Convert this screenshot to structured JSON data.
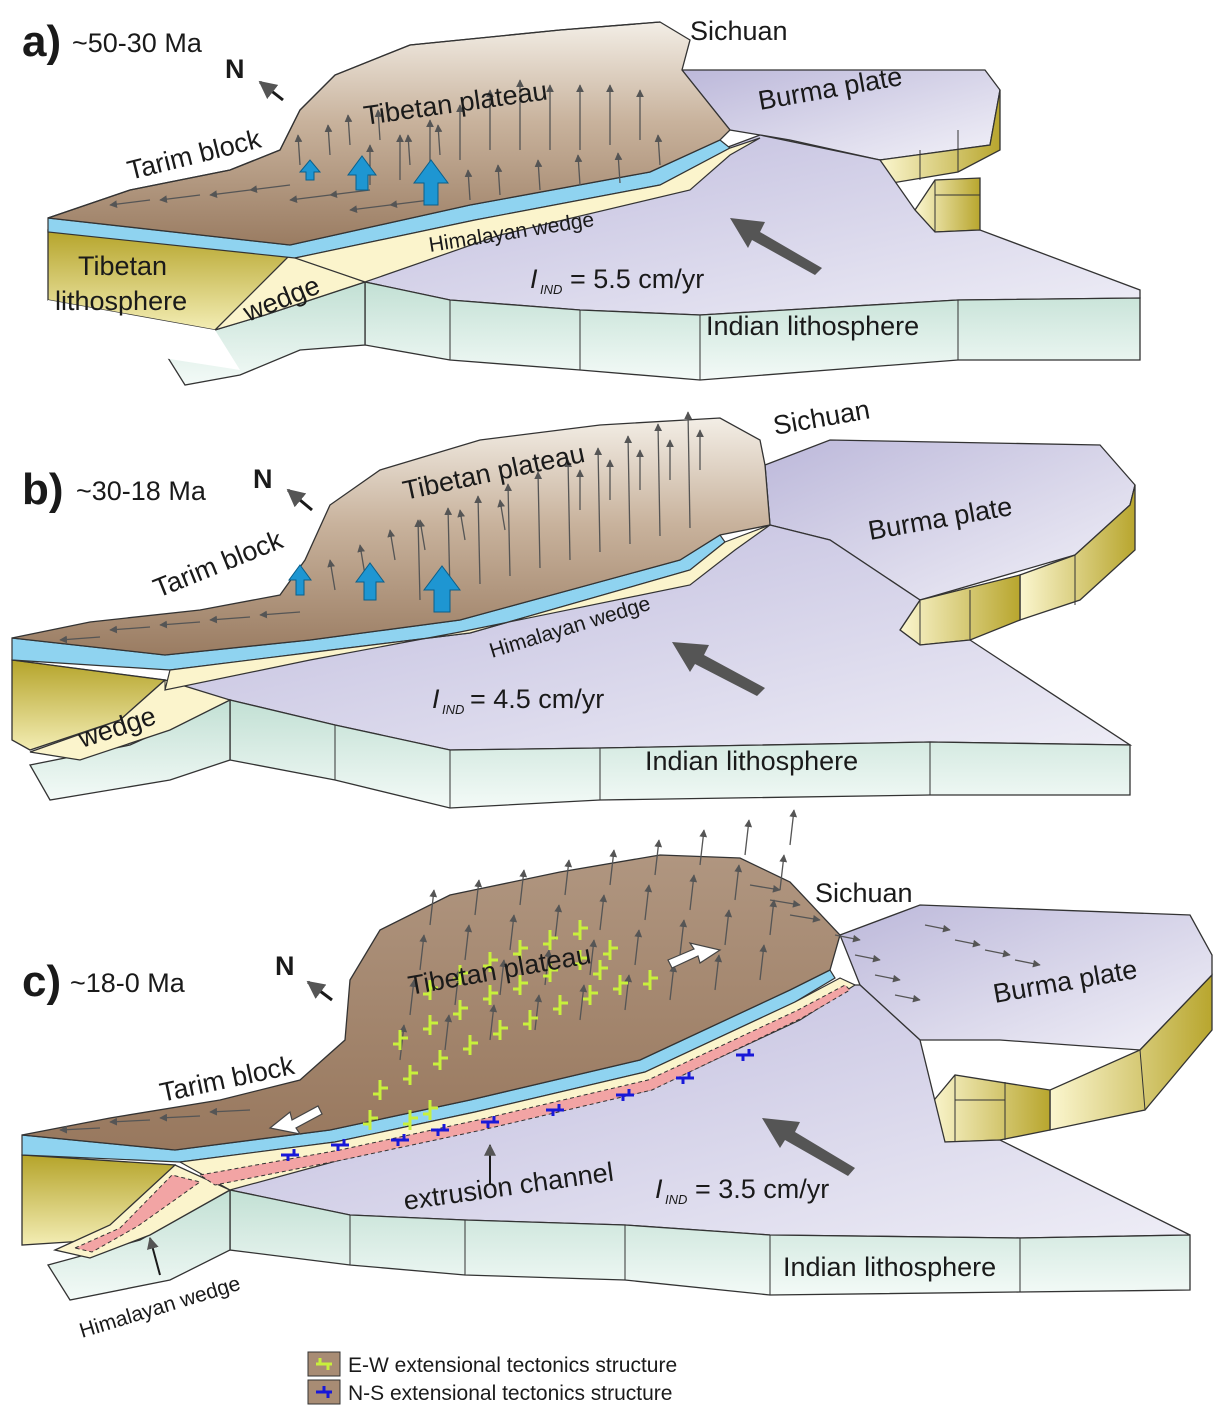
{
  "panels": [
    {
      "letter": "a)",
      "age": "~50-30 Ma",
      "north": "N",
      "labels": {
        "sichuan": "Sichuan",
        "burma": "Burma plate",
        "tibetan_plateau": "Tibetan plateau",
        "tarim": "Tarim block",
        "himalayan_wedge": "Himalayan wedge",
        "velocity_symbol": "I",
        "velocity_subscript": "IND",
        "velocity_value": "= 5.5 cm/yr",
        "tibetan_lithosphere_1": "Tibetan",
        "tibetan_lithosphere_2": "lithosphere",
        "wedge": "wedge",
        "indian_lithosphere": "Indian lithosphere"
      }
    },
    {
      "letter": "b)",
      "age": "~30-18 Ma",
      "north": "N",
      "labels": {
        "sichuan": "Sichuan",
        "burma": "Burma plate",
        "tibetan_plateau": "Tibetan plateau",
        "tarim": "Tarim block",
        "himalayan_wedge": "Himalayan wedge",
        "velocity_symbol": "I",
        "velocity_subscript": "IND",
        "velocity_value": "= 4.5 cm/yr",
        "wedge": "wedge",
        "indian_lithosphere": "Indian lithosphere"
      }
    },
    {
      "letter": "c)",
      "age": "~18-0 Ma",
      "north": "N",
      "labels": {
        "sichuan": "Sichuan",
        "burma": "Burma plate",
        "tibetan_plateau": "Tibetan plateau",
        "tarim": "Tarim block",
        "extrusion_channel": "extrusion channel",
        "velocity_symbol": "I",
        "velocity_subscript": "IND",
        "velocity_value": "= 3.5 cm/yr",
        "indian_lithosphere": "Indian lithosphere",
        "himalayan_wedge": "Himalayan wedge"
      }
    }
  ],
  "legend": [
    {
      "symbol": "E-W structure",
      "color": "#c8f03c",
      "text": "E-W extensional tectonics structure"
    },
    {
      "symbol": "N-S structure",
      "color": "#1818d8",
      "text": "N-S extensional tectonics structure"
    }
  ],
  "colors": {
    "plateau_brown": "#a88c74",
    "plateau_light": "#e9e0d2",
    "indian_plate": "#cfcce6",
    "burma_plate": "#d4d1e9",
    "lithosphere_side": "#dbeee6",
    "wedge_cream": "#fbf4cc",
    "crust_blue": "#8fd3f0",
    "tibetan_lithosphere": "#c8b838",
    "channel_pink": "#f2a4a4",
    "uplift_arrow": "#1e96d2",
    "motion_arrow": "#555555"
  }
}
